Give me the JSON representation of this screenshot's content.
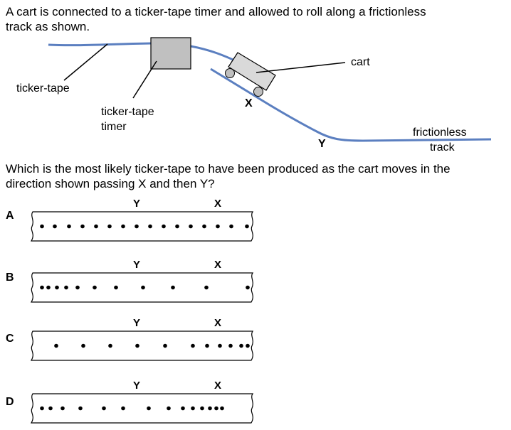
{
  "question": {
    "intro_line1": "A cart is connected to a ticker-tape timer and allowed to roll along a frictionless",
    "intro_line2": "track as shown.",
    "prompt_line1": "Which is the most likely ticker-tape to have been produced as the cart moves in the",
    "prompt_line2": "direction shown passing X and then Y?"
  },
  "diagram": {
    "labels": {
      "ticker_tape": "ticker-tape",
      "timer_line1": "ticker-tape",
      "timer_line2": "timer",
      "cart": "cart",
      "point_x": "X",
      "point_y": "Y",
      "track_line1": "frictionless",
      "track_line2": "track"
    },
    "colors": {
      "track": "#5b7fc0",
      "timer_fill": "#c0c0c0",
      "cart_fill": "#d9d9d9",
      "wheel_fill": "#bfbfbf"
    }
  },
  "options": [
    {
      "letter": "A",
      "marker_y": "Y",
      "marker_x": "X",
      "dots": [
        59,
        77,
        97,
        116,
        135,
        154,
        173,
        192,
        211,
        230,
        249,
        268,
        287,
        306,
        325,
        347
      ]
    },
    {
      "letter": "B",
      "marker_y": "Y",
      "marker_x": "X",
      "dots": [
        59,
        68,
        80,
        93,
        109,
        133,
        163,
        201,
        243,
        290,
        348
      ]
    },
    {
      "letter": "C",
      "marker_y": "Y",
      "marker_x": "X",
      "dots": [
        79,
        117,
        155,
        193,
        232,
        271,
        291,
        309,
        324,
        339,
        348
      ]
    },
    {
      "letter": "D",
      "marker_y": "Y",
      "marker_x": "X",
      "dots": [
        59,
        71,
        88,
        113,
        146,
        173,
        209,
        237,
        257,
        271,
        284,
        295,
        304,
        312
      ]
    }
  ]
}
